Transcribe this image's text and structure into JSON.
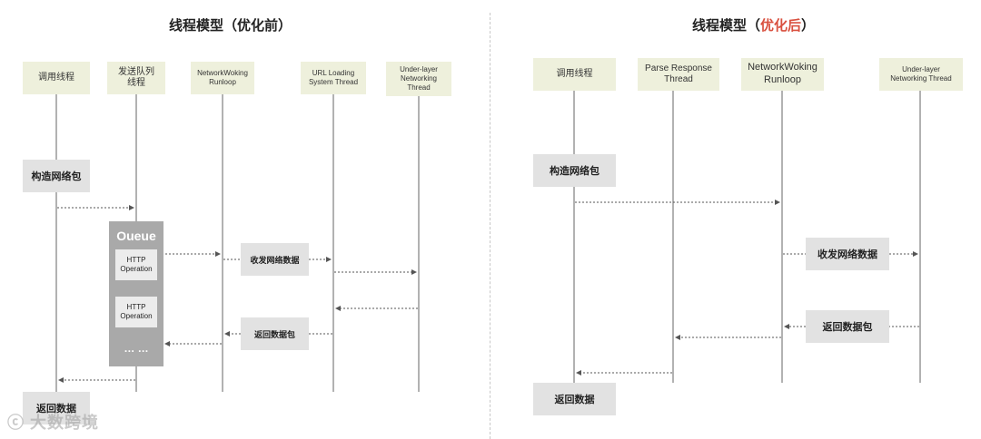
{
  "left": {
    "title": "线程模型（优化前）",
    "headers": {
      "caller": "调用线程",
      "sendqueue": "发送队列\n线程",
      "runloop": "NetworkWoking\nRunloop",
      "urlloading": "URL Loading\nSystem Thread",
      "underlayer": "Under-layer\nNetworking\nThread"
    },
    "build_packet": "构造网络包",
    "queue": {
      "title": "Oueue",
      "op1": "HTTP\nOperation",
      "op2": "HTTP\nOperation",
      "ellipsis": "… …"
    },
    "send_recv": "收发网络数据",
    "return_packet": "返回数据包",
    "return_data": "返回数据"
  },
  "right": {
    "title_prefix": "线程模型（",
    "title_highlight": "优化后",
    "title_suffix": "）",
    "headers": {
      "caller": "调用线程",
      "parse": "Parse Response\nThread",
      "runloop": "NetworkWoking\nRunloop",
      "underlayer": "Under-layer\nNetworking Thread"
    },
    "build_packet": "构造网络包",
    "send_recv": "收发网络数据",
    "return_packet": "返回数据包",
    "return_data": "返回数据"
  },
  "watermark": "大数跨境",
  "colors": {
    "header_bg": "#eef0dc",
    "box_bg": "#e2e2e2",
    "queue_bg": "#a9a9a9",
    "highlight": "#d9503f",
    "line": "#555555"
  }
}
